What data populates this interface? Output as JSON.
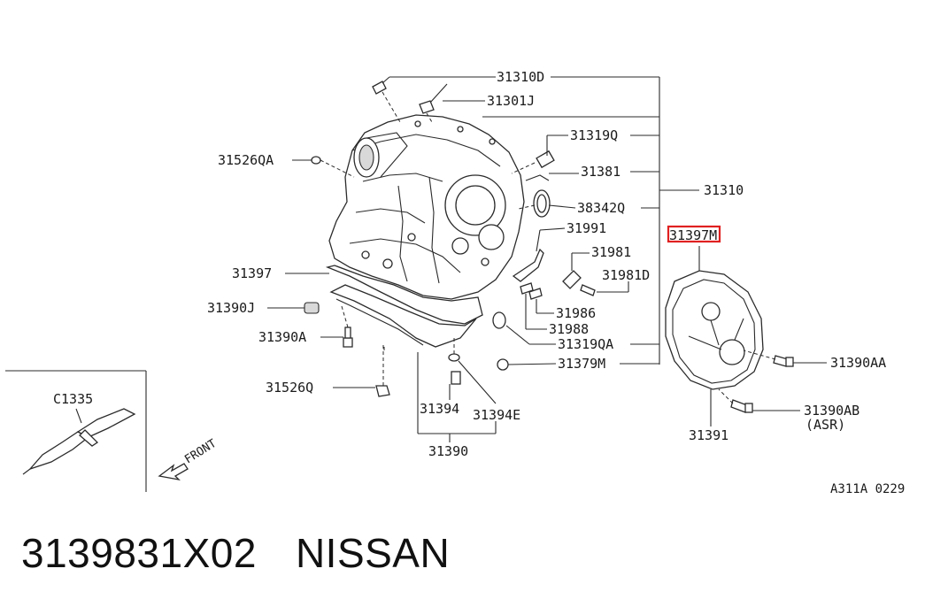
{
  "labels": {
    "l31310D": "31310D",
    "l31301J": "31301J",
    "l31319Q": "31319Q",
    "l31526QA": "31526QA",
    "l31381": "31381",
    "l31310": "31310",
    "l38342Q": "38342Q",
    "l31991": "31991",
    "l31397M": "31397M",
    "l31981": "31981",
    "l31397": "31397",
    "l31981D": "31981D",
    "l31390J": "31390J",
    "l31986": "31986",
    "l31988": "31988",
    "l31390A": "31390A",
    "l31319QA": "31319QA",
    "l31379M": "31379M",
    "l31390AA": "31390AA",
    "l31526Q": "31526Q",
    "lC1335": "C1335",
    "l31394": "31394",
    "l31394E": "31394E",
    "l31390AB": "31390AB",
    "lASR": "(ASR)",
    "l31391": "31391",
    "lFRONT": "FRONT",
    "l31390": "31390",
    "lRef": "A311A 0229"
  },
  "highlight": {
    "part": "31397M",
    "color": "#e02020"
  },
  "footer": {
    "part_number": "3139831X02",
    "brand": "NISSAN"
  }
}
